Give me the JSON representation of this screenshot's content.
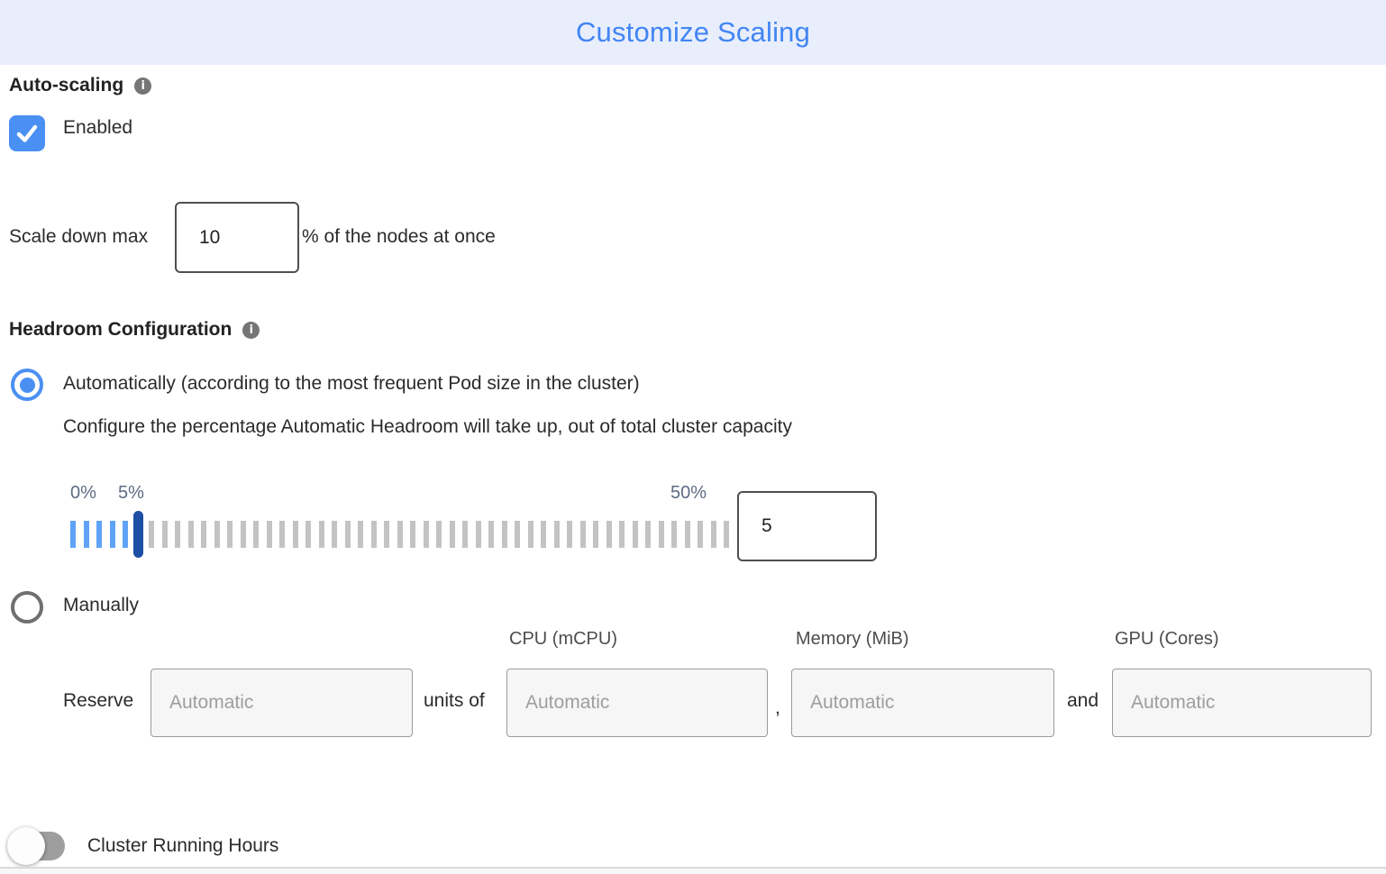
{
  "header": {
    "title": "Customize Scaling"
  },
  "auto_scaling": {
    "label": "Auto-scaling",
    "checkbox_label": "Enabled",
    "checked": true
  },
  "scale_down": {
    "prefix": "Scale down max",
    "value": "10",
    "suffix": "% of the nodes at once"
  },
  "headroom": {
    "label": "Headroom Configuration",
    "automatic_option": "Automatically (according to the most frequent Pod size in the cluster)",
    "automatic_selected": true,
    "description": "Configure the percentage Automatic Headroom will take up, out of total cluster capacity",
    "slider": {
      "min": 0,
      "max": 50,
      "value": 5,
      "ticks": 51,
      "min_label": "0%",
      "value_label": "5%",
      "max_label": "50%"
    },
    "percentage_input": "5",
    "manual_option": "Manually",
    "manual_selected": false
  },
  "reserve": {
    "prefix": "Reserve",
    "units_label": "units of",
    "separator": ",",
    "and_label": "and",
    "placeholder": "Automatic",
    "columns": [
      "CPU (mCPU)",
      "Memory (MiB)",
      "GPU (Cores)"
    ]
  },
  "cluster_running_hours": {
    "label": "Cluster Running Hours",
    "enabled": false
  },
  "colors": {
    "accent_blue": "#4a90f2",
    "title_blue": "#4285f4",
    "header_bg": "#e8eefc",
    "tick_active": "#5fa3f7",
    "tick_inactive": "#c3c3c3",
    "handle_navy": "#1d4fa5",
    "label_gray_blue": "#5d6b82"
  }
}
